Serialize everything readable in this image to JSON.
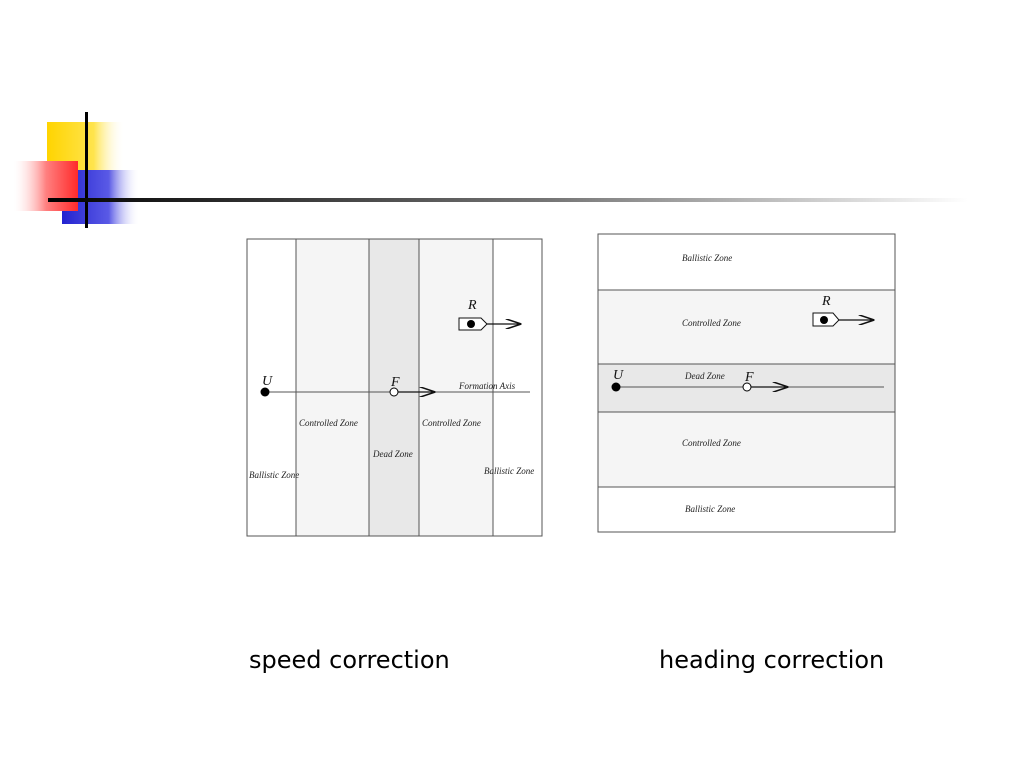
{
  "captions": {
    "speed": "speed correction",
    "heading": "heading correction"
  },
  "speed_diagram": {
    "point_u": "U",
    "point_f": "F",
    "point_r": "R",
    "axis_label": "Formation Axis",
    "controlled_left": "Controlled Zone",
    "controlled_right": "Controlled Zone",
    "dead": "Dead Zone",
    "ballistic_left": "Ballistic Zone",
    "ballistic_right": "Ballistic Zone"
  },
  "heading_diagram": {
    "ballistic_top": "Ballistic Zone",
    "controlled_top": "Controlled Zone",
    "dead": "Dead Zone",
    "controlled_bottom": "Controlled Zone",
    "ballistic_bottom": "Ballistic Zone",
    "point_u": "U",
    "point_f": "F",
    "point_r": "R"
  },
  "colors": {
    "accent_yellow": "#ffd400",
    "accent_red": "#ff3030",
    "accent_blue": "#2b2bd6",
    "zone_controlled": "#f5f5f5",
    "zone_dead": "#e8e8e8"
  }
}
